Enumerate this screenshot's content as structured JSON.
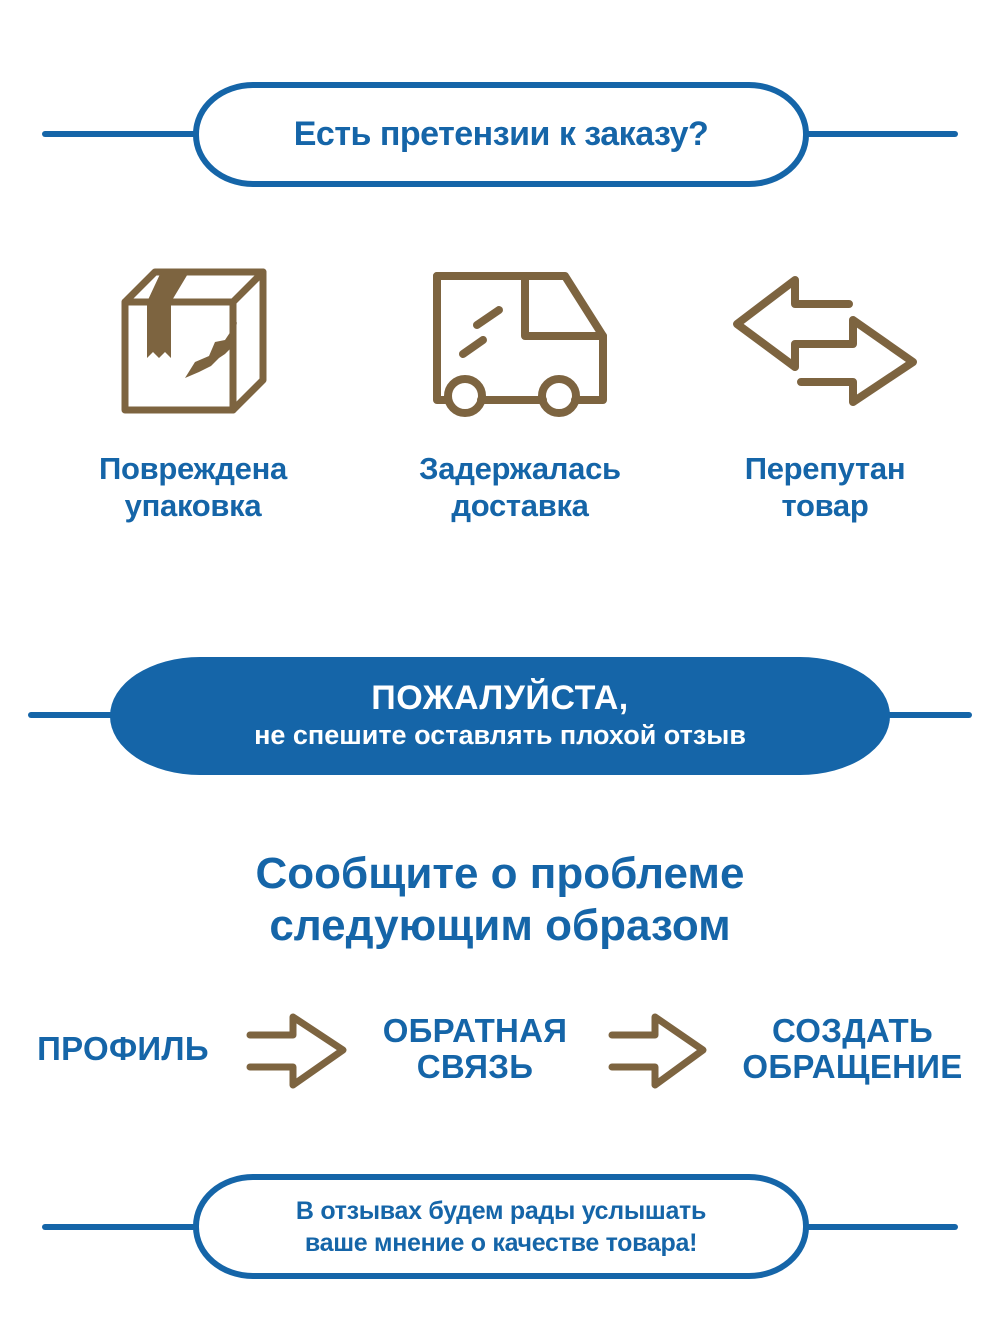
{
  "header": {
    "title": "Есть претензии к заказу?"
  },
  "issues": [
    {
      "icon": "damaged-box-icon",
      "line1": "Повреждена",
      "line2": "упаковка"
    },
    {
      "icon": "delivery-truck-icon",
      "line1": "Задержалась",
      "line2": "доставка"
    },
    {
      "icon": "swap-arrows-icon",
      "line1": "Перепутан",
      "line2": "товар"
    }
  ],
  "plea": {
    "line1": "ПОЖАЛУЙСТА,",
    "line2": "не спешите оставлять плохой отзыв"
  },
  "instructions": {
    "line1": "Сообщите о проблеме",
    "line2": "следующим образом"
  },
  "steps": [
    {
      "line1": "ПРОФИЛЬ",
      "line2": ""
    },
    {
      "line1": "ОБРАТНАЯ",
      "line2": "СВЯЗЬ"
    },
    {
      "line1": "СОЗДАТЬ",
      "line2": "ОБРАЩЕНИЕ"
    }
  ],
  "step_arrow_icon": "right-arrow-icon",
  "footer": {
    "line1": "В отзывах будем рады услышать",
    "line2": "ваше мнение о качестве товара!"
  },
  "colors": {
    "brand_blue": "#1565a8",
    "icon_brown": "#7d6440",
    "background": "#ffffff"
  }
}
